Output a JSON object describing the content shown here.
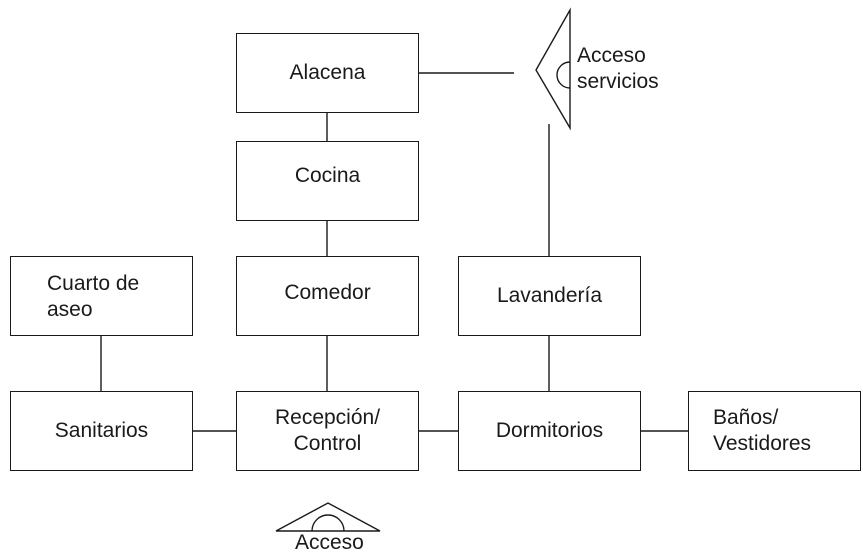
{
  "rooms": {
    "alacena": "Alacena",
    "cocina": "Cocina",
    "comedor": "Comedor",
    "cuarto_aseo": "Cuarto de\naseo",
    "sanitarios": "Sanitarios",
    "recepcion": "Recepción/\nControl",
    "lavanderia": "Lavandería",
    "dormitorios": "Dormitorios",
    "banos": "Baños/\nVestidores"
  },
  "entrances": {
    "servicios": "Acceso\nservicios",
    "principal": "Acceso"
  },
  "colors": {
    "stroke": "#1a1a1a",
    "background": "#ffffff"
  }
}
